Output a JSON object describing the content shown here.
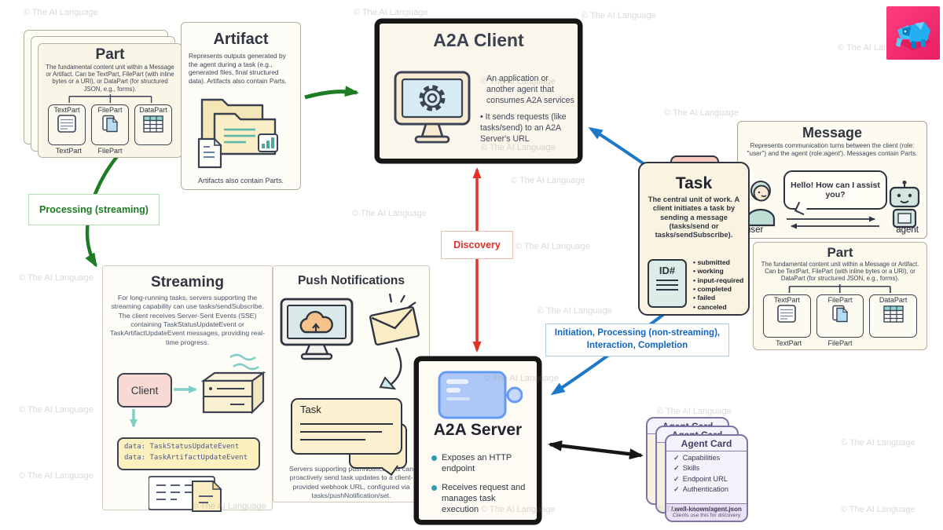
{
  "watermark": {
    "text": "© The AI Language"
  },
  "part_box": {
    "title": "Part",
    "description": "The fundamental content unit within a Message or Artifact. Can be TextPart, FilePart (with inline bytes or a URI), or DataPart (for structured JSON, e.g., forms).",
    "items": [
      {
        "label": "TextPart"
      },
      {
        "label": "FilePart"
      },
      {
        "label": "DataPart"
      }
    ],
    "footer_labels": [
      "TextPart",
      "FilePart"
    ]
  },
  "artifact_box": {
    "title": "Artifact",
    "description": "Represents outputs generated by the agent during a task (e.g., generated files, final structured data). Artifacts also contain Parts.",
    "caption": "Artifacts also contain Parts."
  },
  "a2a_client": {
    "title": "A2A Client",
    "points": [
      "An application or another agent that consumes A2A services",
      "It sends requests (like tasks/send) to an A2A Server's URL"
    ]
  },
  "labels": {
    "discovery": "Discovery",
    "processing_streaming": "Processing (streaming)",
    "lifecycle": "Initiation, Processing (non-streaming), Interaction, Completion"
  },
  "task_box": {
    "title": "Task",
    "description": "The central unit of work. A client initiates a task by sending a message (tasks/send or tasks/sendSubscribe).",
    "id_icon": "ID#",
    "states": [
      "submitted",
      "working",
      "input-required",
      "completed",
      "failed",
      "canceled"
    ]
  },
  "message_box": {
    "title": "Message",
    "description": "Represents communication turns between the client (role: \"user\") and the agent (role:agent'). Messages contain Parts.",
    "bubble": "Hello! How can I assist you?",
    "user_label": "user",
    "agent_label": "agent"
  },
  "streaming_box": {
    "title": "Streaming",
    "description": "For long-running tasks, servers supporting the streaming capability can use tasks/sendSubscribe. The client receives Server-Sent Events (SSE) containing TaskStatusUpdateEvent or TaskArtifactUpdateEvent messages, providing real-time progress.",
    "client_label": "Client",
    "data_lines": [
      "data: TaskStatusUpdateEvent",
      "data: TaskArtifactUpdateEvent"
    ]
  },
  "push_box": {
    "title": "Push Notifications",
    "task_label": "Task",
    "description": "Servers supporting pushNotifications can proactively send task updates to a client-provided webhook URL, configured via tasks/pushNotification/set."
  },
  "a2a_server": {
    "title": "A2A Server",
    "points": [
      "Exposes an HTTP endpoint",
      "Receives request and manages task execution"
    ]
  },
  "agent_card": {
    "title": "Agent Card",
    "checks": [
      "Capabilities",
      "Skills",
      "Endpoint URL",
      "Authentication"
    ],
    "path": "/.well-known/agent.json",
    "note": "Clients use this for discovery"
  },
  "colors": {
    "green": "#1e7d24",
    "red": "#e0312a",
    "blue": "#1e78c8",
    "black": "#161616",
    "teal": "#7fcfc4"
  }
}
